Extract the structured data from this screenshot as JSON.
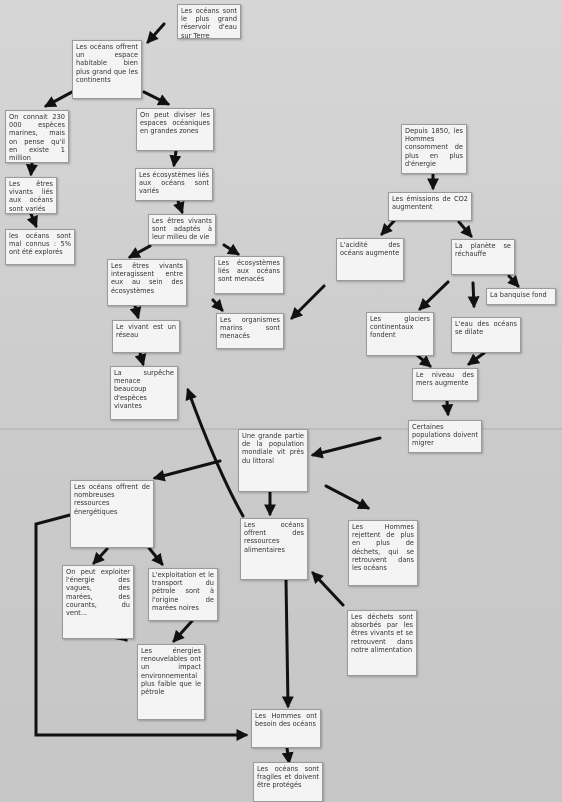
{
  "cards": [
    {
      "id": "c1",
      "text": "Les océans sont le plus grand réservoir d'eau sur Terre"
    },
    {
      "id": "c2",
      "text": "Les océans offrent un espace habitable bien plus grand que les continents"
    },
    {
      "id": "c3",
      "text": "On connait 230 000 espèces marines, mais on pense qu'il en existe 1 million"
    },
    {
      "id": "c4",
      "text": "On peut diviser les espaces océaniques en grandes zones"
    },
    {
      "id": "c5",
      "text": "Les êtres vivants liés aux océans sont variés"
    },
    {
      "id": "c6",
      "text": "Les écosystèmes liés aux océans sont variés"
    },
    {
      "id": "c7",
      "text": "les océans sont mal connus : 5% ont été explorés"
    },
    {
      "id": "c8",
      "text": "Les êtres vivants sont adaptés à leur milieu de vie"
    },
    {
      "id": "c9",
      "text": "Les êtres vivants interagissent entre eux au sein des écosystèmes"
    },
    {
      "id": "c10",
      "text": "Les écosystèmes liés aux océans sont menacés"
    },
    {
      "id": "c11",
      "text": "Les organismes marins sont menacés"
    },
    {
      "id": "c12",
      "text": "Le vivant est un réseau"
    },
    {
      "id": "c13",
      "text": "La surpêche menace beaucoup d'espèces vivantes"
    },
    {
      "id": "c14",
      "text": "Depuis 1850, les Hommes consomment de plus en plus d'énergie"
    },
    {
      "id": "c15",
      "text": "Les émissions de CO2 augmentent"
    },
    {
      "id": "c16",
      "text": "L'acidité des océans augmente"
    },
    {
      "id": "c17",
      "text": "La planète se réchauffe"
    },
    {
      "id": "c18",
      "text": "La banquise fond"
    },
    {
      "id": "c19",
      "text": "Les glaciers continentaux fondent"
    },
    {
      "id": "c20",
      "text": "L'eau des océans se dilate"
    },
    {
      "id": "c21",
      "text": "Le niveau des mers augmente"
    },
    {
      "id": "c22",
      "text": "Certaines populations doivent migrer"
    },
    {
      "id": "c23",
      "text": "Une grande partie de la population mondiale vit près du littoral"
    },
    {
      "id": "c24",
      "text": "Les océans offrent de nombreuses ressources énergétiques"
    },
    {
      "id": "c25",
      "text": "Les océans offrent des ressources alimentaires"
    },
    {
      "id": "c26",
      "text": "Les Hommes rejettent de plus en plus de déchets, qui se retrouvent dans les océans"
    },
    {
      "id": "c27",
      "text": "On peut exploiter l'énergie des vagues, des marées, des courants, du vent..."
    },
    {
      "id": "c28",
      "text": "L'exploitation et le transport du pétrole sont à l'origine de marées noires"
    },
    {
      "id": "c29",
      "text": "Les déchets sont absorbés par les êtres vivants et se retrouvent dans notre alimentation"
    },
    {
      "id": "c30",
      "text": "Les énergies renouvelables ont un impact environnemental plus faible que le pétrole"
    },
    {
      "id": "c31",
      "text": "Les Hommes ont besoin des océans"
    },
    {
      "id": "c32",
      "text": "Les océans sont fragiles et doivent être protégés"
    }
  ]
}
